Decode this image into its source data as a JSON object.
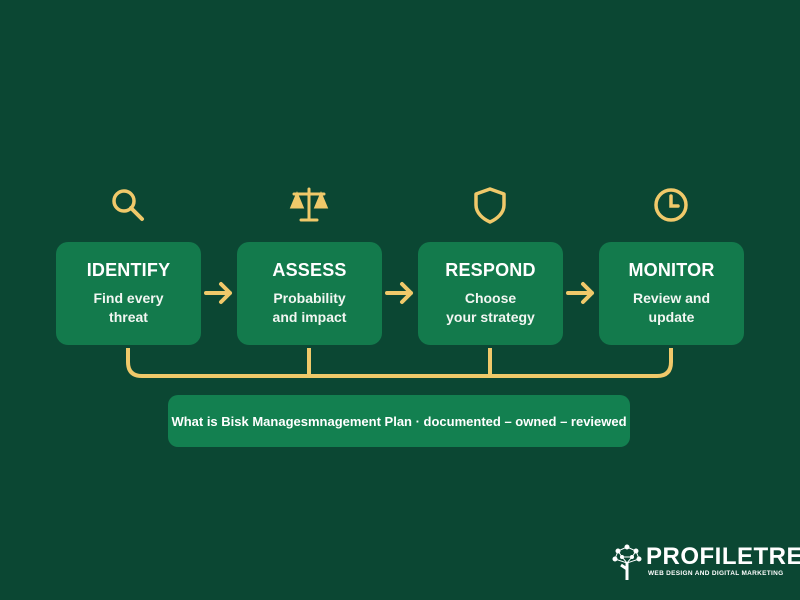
{
  "colors": {
    "background": "#0b4733",
    "box": "#137a4c",
    "accent": "#f0c96a",
    "text": "#ffffff"
  },
  "steps": [
    {
      "title": "IDENTIFY",
      "desc": "Find every\nthreat",
      "icon": "magnifier-icon"
    },
    {
      "title": "ASSESS",
      "desc": "Probability\nand impact",
      "icon": "scales-icon"
    },
    {
      "title": "RESPOND",
      "desc": "Choose\nyour strategy",
      "icon": "shield-icon"
    },
    {
      "title": "MONITOR",
      "desc": "Review and\nupdate",
      "icon": "clock-icon"
    }
  ],
  "plan_label": "What is Bisk Managesmnagement Plan · documented – owned – reviewed",
  "logo": {
    "name": "PROFILETREE",
    "tagline": "WEB DESIGN AND DIGITAL MARKETING"
  }
}
